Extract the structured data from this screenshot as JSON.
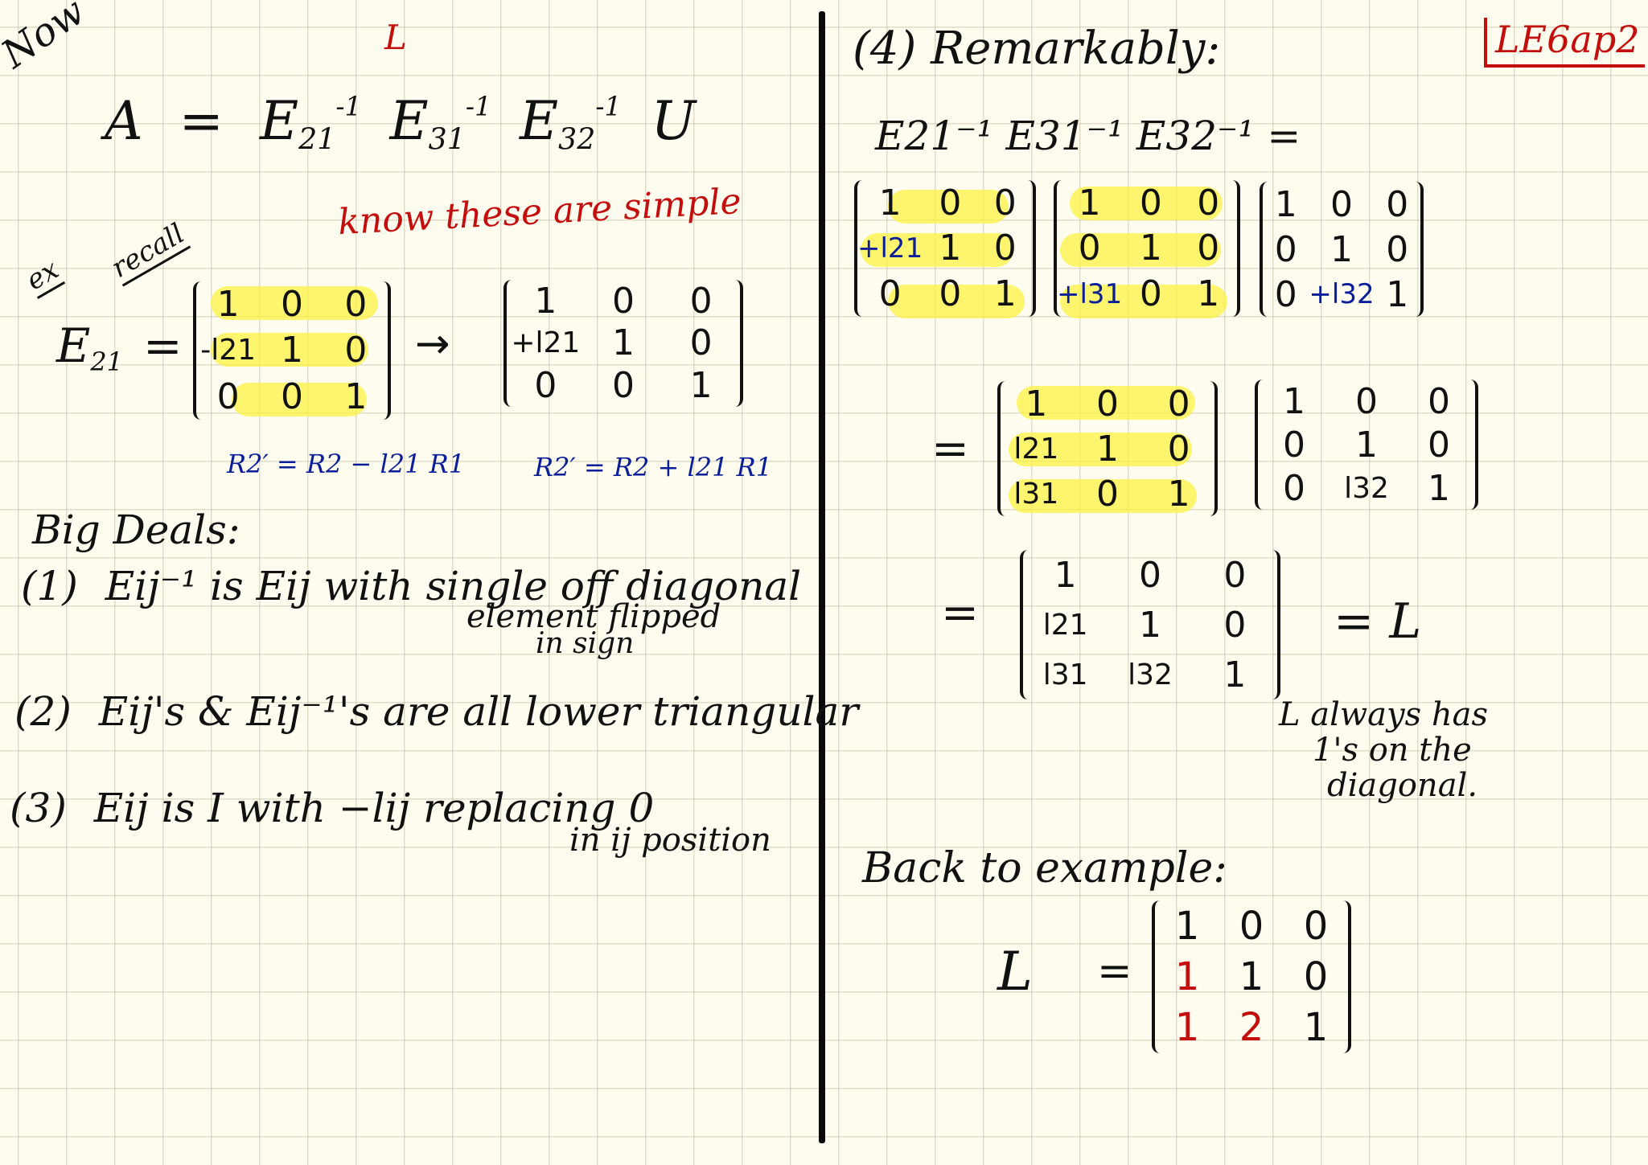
{
  "page_label": "LE6ap2",
  "left": {
    "now_label": "Now",
    "equation": {
      "lhs": "A",
      "equals": "=",
      "factors": [
        {
          "base": "E",
          "sub": "21",
          "sup": "-1"
        },
        {
          "base": "E",
          "sub": "31",
          "sup": "-1"
        },
        {
          "base": "E",
          "sub": "32",
          "sup": "-1"
        }
      ],
      "tail": "U",
      "over_brace_label": "L",
      "under_brace_note": "know these are simple"
    },
    "example": {
      "ex_label": "ex",
      "recall_label": "recall",
      "lhs": "E",
      "lhs_sub": "21",
      "equals": "=",
      "arrow": "→",
      "matrix_before": [
        [
          "1",
          "0",
          "0"
        ],
        [
          "-l21",
          "1",
          "0"
        ],
        [
          "0",
          "0",
          "1"
        ]
      ],
      "matrix_after": [
        [
          "1",
          "0",
          "0"
        ],
        [
          "+l21",
          "1",
          "0"
        ],
        [
          "0",
          "0",
          "1"
        ]
      ],
      "row_op_before": "R2′ = R2 − l21 R1",
      "row_op_after": "R2′ = R2 + l21 R1"
    },
    "big_deals": {
      "heading": "Big Deals:",
      "items": [
        {
          "num": "(1)",
          "text": "Eij⁻¹ is Eij with single off diagonal",
          "cont1": "element flipped",
          "cont2": "in sign"
        },
        {
          "num": "(2)",
          "text": "Eij's & Eij⁻¹'s are all lower triangular"
        },
        {
          "num": "(3)",
          "text": "Eij is I with −lij replacing 0",
          "cont1": "in ij position"
        }
      ]
    }
  },
  "right": {
    "heading": "(4) Remarkably:",
    "product": "E21⁻¹ E31⁻¹ E32⁻¹ =",
    "matrices_row1": [
      [
        [
          "1",
          "0",
          "0"
        ],
        [
          "+l21",
          "1",
          "0"
        ],
        [
          "0",
          "0",
          "1"
        ]
      ],
      [
        [
          "1",
          "0",
          "0"
        ],
        [
          "0",
          "1",
          "0"
        ],
        [
          "+l31",
          "0",
          "1"
        ]
      ],
      [
        [
          "1",
          "0",
          "0"
        ],
        [
          "0",
          "1",
          "0"
        ],
        [
          "0",
          "+l32",
          "1"
        ]
      ]
    ],
    "equals": "=",
    "matrices_row2": [
      [
        [
          "1",
          "0",
          "0"
        ],
        [
          "l21",
          "1",
          "0"
        ],
        [
          "l31",
          "0",
          "1"
        ]
      ],
      [
        [
          "1",
          "0",
          "0"
        ],
        [
          "0",
          "1",
          "0"
        ],
        [
          "0",
          "l32",
          "1"
        ]
      ]
    ],
    "matrix_L": [
      [
        "1",
        "0",
        "0"
      ],
      [
        "l21",
        "1",
        "0"
      ],
      [
        "l31",
        "l32",
        "1"
      ]
    ],
    "L_label": "= L",
    "note_line1": "L always has",
    "note_line2": "1's on the",
    "note_line3": "diagonal.",
    "back_label": "Back to example:",
    "example_L_label": "L",
    "example_equals": "=",
    "example_L": [
      [
        "1",
        "0",
        "0"
      ],
      [
        "1",
        "1",
        "0"
      ],
      [
        "1",
        "2",
        "1"
      ]
    ],
    "example_L_red": [
      [
        false,
        false,
        false
      ],
      [
        true,
        false,
        false
      ],
      [
        true,
        true,
        false
      ]
    ]
  },
  "colors": {
    "paper": "#fdfcee",
    "ink": "#111111",
    "red": "#c40d0d",
    "blue": "#0a1e9a",
    "highlight": "#fcf23c"
  }
}
